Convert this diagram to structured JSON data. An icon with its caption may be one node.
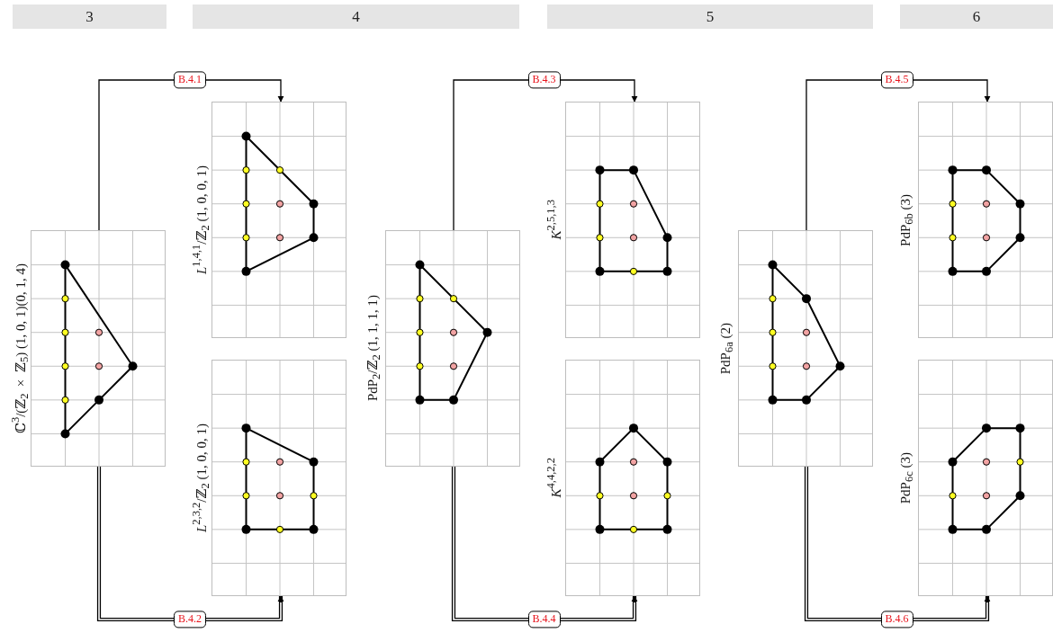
{
  "diagram": {
    "nodes": [
      {
        "text": [],
        "shape": "picture",
        "beside": [
          "ℂ$^{3}$/(ℤ$_{2}$ × ℤ$_{5}$) (1, 0, 1)(0, 1, 4)"
        ]
      },
      {
        "text": [],
        "shape": "picture",
        "beside": [
          "*L*$^{1,4,1}$/ℤ$_{2}$ (1, 0, 0, 1)"
        ]
      },
      {
        "text": [],
        "shape": "picture",
        "beside": [
          "*L*$^{2,3,2}$/ℤ$_{2}$ (1, 0, 0, 1)"
        ]
      },
      {
        "text": [],
        "shape": "picture",
        "beside": [
          "PdP$_{2}$/ℤ$_{2}$ (1, 1, 1, 1)"
        ]
      },
      {
        "text": [],
        "shape": "picture",
        "beside": [
          "*K*$^{2,5,1,3}$"
        ]
      },
      {
        "text": [],
        "shape": "picture",
        "beside": [
          "*K*$^{4,4,2,2}$"
        ]
      },
      {
        "text": [],
        "shape": "picture",
        "beside": [
          "PdP$_{6a}$ (2)"
        ]
      },
      {
        "text": [],
        "shape": "picture",
        "beside": [
          "PdP$_{6b}$ (3)"
        ]
      },
      {
        "text": [],
        "shape": "picture",
        "beside": [
          "PdP$_{6c}$ (3)"
        ]
      }
    ],
    "edges": [
      {
        "from": 0,
        "to": 1,
        "arrow": "to",
        "label": "B.4.1"
      },
      {
        "from": 0,
        "to": 2,
        "arrow": "to",
        "label": "B.4.2",
        "style": "thick"
      },
      {
        "from": 3,
        "to": 4,
        "arrow": "to",
        "label": "B.4.3"
      },
      {
        "from": 3,
        "to": 5,
        "arrow": "to",
        "label": "B.4.4",
        "style": "thick"
      },
      {
        "from": 6,
        "to": 7,
        "arrow": "to",
        "label": "B.4.5"
      },
      {
        "from": 6,
        "to": 8,
        "arrow": "to",
        "label": "B.4.6",
        "style": "thick"
      }
    ],
    "labels": [
      "3",
      "4",
      "5",
      "6"
    ]
  }
}
